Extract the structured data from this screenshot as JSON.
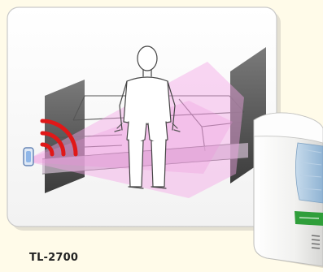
{
  "product": {
    "model": "TL-2700"
  },
  "illustration": {
    "icons": [
      "bed-scene",
      "person-sitting-figure",
      "wall-sensor-icon",
      "signal-waves-icon",
      "motion-sensor-device"
    ],
    "colors": {
      "backdrop": "#fffbe9",
      "card": "#ffffff",
      "card_border": "#c9c9c9",
      "detection_zone": "#f4a6e6",
      "signal_waves": "#e01818",
      "sensor_blue": "#8fb6e8",
      "device_body": "#f4f4f2",
      "device_lens": "#a9c7e0",
      "device_badge": "#2f9e3a"
    }
  }
}
